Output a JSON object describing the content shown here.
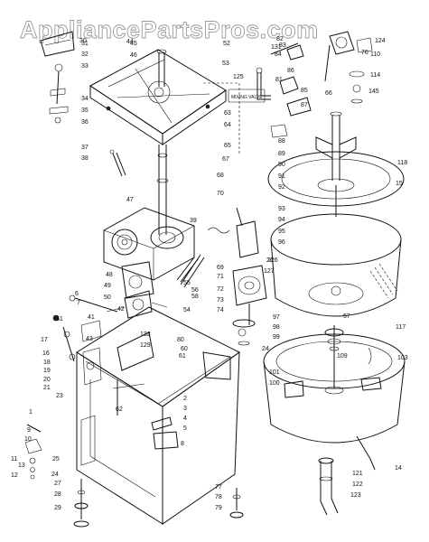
{
  "watermark": "AppliancePartsPros.com",
  "callout": "MIXING VALVE",
  "labels": {
    "l1": "1",
    "l2": "2",
    "l3": "3",
    "l4": "4",
    "l5": "5",
    "l6": "6",
    "l7": "7",
    "l8": "8",
    "l9": "9",
    "l10": "10",
    "l11": "11",
    "l12": "12",
    "l13": "13",
    "l14": "14",
    "l15": "15",
    "l16": "16",
    "l17": "17",
    "l18": "18",
    "l19": "19",
    "l20": "20",
    "l21": "21",
    "l23": "23",
    "l24": "24",
    "l25": "25",
    "l26": "26",
    "l27": "27",
    "l28": "28",
    "l29": "29",
    "l30": "30",
    "l31": "31",
    "l32": "32",
    "l33": "33",
    "l34": "34",
    "l35": "35",
    "l36": "36",
    "l37": "37",
    "l38": "38",
    "l39": "39",
    "l41": "41",
    "l42": "42",
    "l43": "43",
    "l44": "44",
    "l45": "45",
    "l46": "46",
    "l47": "47",
    "l48": "48",
    "l49": "49",
    "l50": "50",
    "l51": "51",
    "l52": "52",
    "l53": "53",
    "l54": "54",
    "l55": "55",
    "l56": "56",
    "l57": "57",
    "l58": "58",
    "l60": "60",
    "l61": "61",
    "l62": "62",
    "l63": "63",
    "l64": "64",
    "l65": "65",
    "l66": "66",
    "l67": "67",
    "l68": "68",
    "l69": "69",
    "l70": "70",
    "l71": "71",
    "l72": "72",
    "l73": "73",
    "l74": "74",
    "l76": "76",
    "l77": "77",
    "l78": "78",
    "l79": "79",
    "l80": "80",
    "l81": "81",
    "l82": "82",
    "l83": "83",
    "l84": "84",
    "l85": "85",
    "l86": "86",
    "l87": "87",
    "l88": "88",
    "l89": "89",
    "l90": "90",
    "l91": "91",
    "l92": "92",
    "l93": "93",
    "l94": "94",
    "l95": "95",
    "l96": "96",
    "l97": "97",
    "l98": "98",
    "l99": "99",
    "l100": "100",
    "l101": "101",
    "l103": "103",
    "l109": "109",
    "l110": "110",
    "l114": "114",
    "l117": "117",
    "l118": "118",
    "l121": "121",
    "l122": "122",
    "l123": "123",
    "l124": "124",
    "l125": "125",
    "l126": "126",
    "l127": "127",
    "l129": "129",
    "l131": "131",
    "l132": "132",
    "l145": "145",
    "l24b": "24"
  }
}
